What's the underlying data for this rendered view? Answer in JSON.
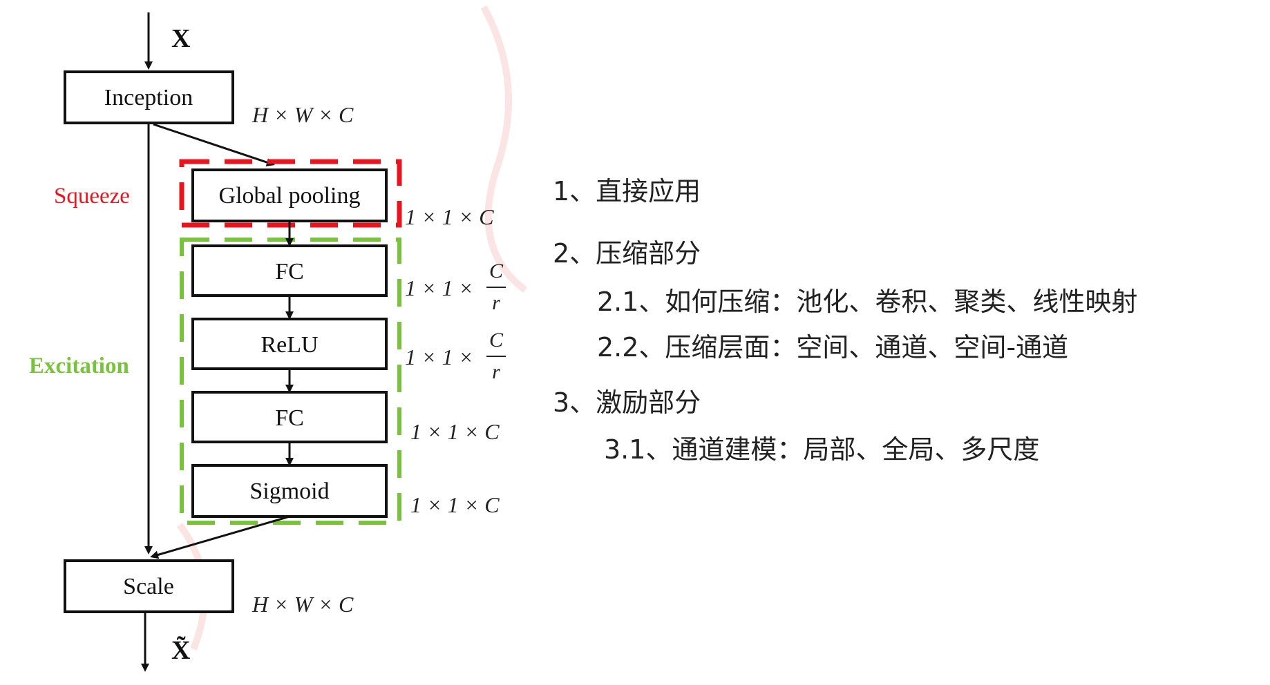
{
  "colors": {
    "squeeze": "#e8141e",
    "excitation": "#78c23c",
    "line": "#111111",
    "text": "#222222",
    "watermark": "#f3b3b3"
  },
  "diagram": {
    "input_label": "X",
    "output_label": "X̃",
    "blocks": {
      "inception": "Inception",
      "global_pooling": "Global pooling",
      "fc1": "FC",
      "relu": "ReLU",
      "fc2": "FC",
      "sigmoid": "Sigmoid",
      "scale": "Scale"
    },
    "stage_labels": {
      "squeeze": "Squeeze",
      "excitation": "Excitation"
    },
    "dims": {
      "hwc": "H × W × C",
      "one_one_c": "1 × 1 × C",
      "one_one": "1 × 1 ×",
      "frac_num": "C",
      "frac_den": "r"
    }
  },
  "notes": [
    {
      "text": "1、直接应用"
    },
    {
      "text": "2、压缩部分"
    },
    {
      "text": "2.1、如何压缩：池化、卷积、聚类、线性映射"
    },
    {
      "text": "2.2、压缩层面：空间、通道、空间-通道"
    },
    {
      "text": "3、激励部分"
    },
    {
      "text": "3.1、通道建模：局部、全局、多尺度"
    }
  ]
}
